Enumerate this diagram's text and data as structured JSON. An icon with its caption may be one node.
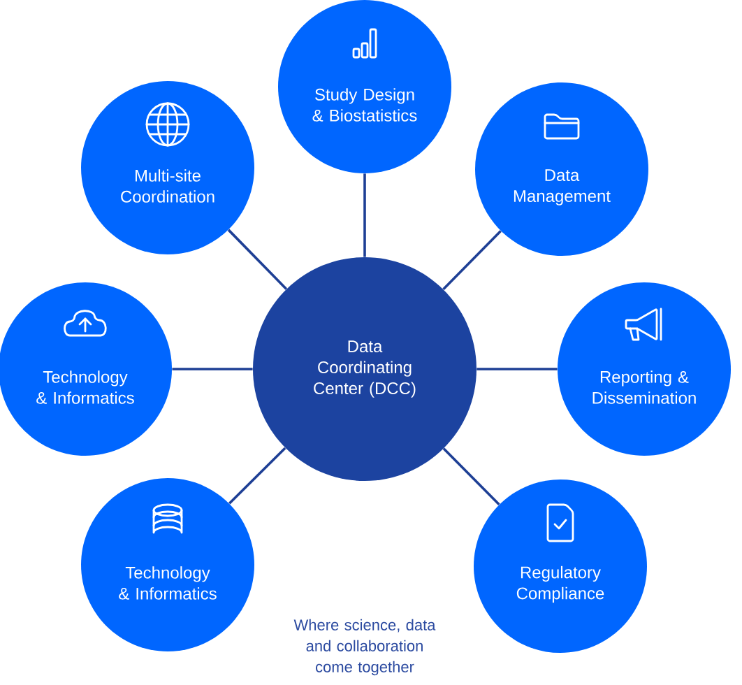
{
  "diagram": {
    "nodes": [
      {
        "text": [
          "Data Coordinating Center (DCC)"
        ]
      },
      {
        "text": [
          "Study Design & Biostatistics"
        ]
      },
      {
        "text": [
          "Data Management"
        ]
      },
      {
        "text": [
          "Reporting & Dissemination"
        ]
      },
      {
        "text": [
          "Regulatory Compliance"
        ]
      },
      {
        "text": [
          "Technology & Informatics"
        ]
      },
      {
        "text": [
          "Technology & Informatics"
        ]
      },
      {
        "text": [
          "Multi-site Coordination"
        ]
      }
    ],
    "edges": [
      {
        "from": 0,
        "to": 1,
        "arrow": "none"
      },
      {
        "from": 0,
        "to": 2,
        "arrow": "none"
      },
      {
        "from": 0,
        "to": 3,
        "arrow": "none"
      },
      {
        "from": 0,
        "to": 4,
        "arrow": "none"
      },
      {
        "from": 0,
        "to": 5,
        "arrow": "none"
      },
      {
        "from": 0,
        "to": 6,
        "arrow": "none"
      },
      {
        "from": 0,
        "to": 7,
        "arrow": "none"
      }
    ],
    "labels": [
      "Where science, data and collaboration come together"
    ]
  }
}
